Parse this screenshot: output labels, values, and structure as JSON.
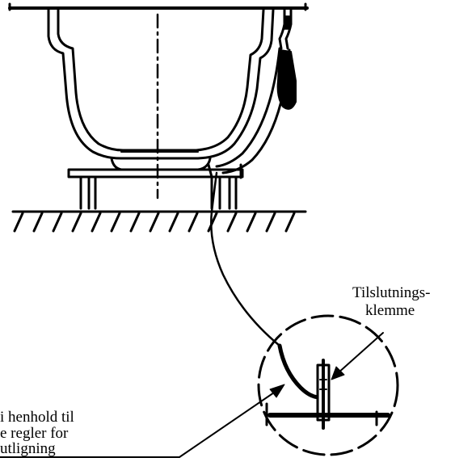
{
  "labels": {
    "terminal_line1": "Tilslutnings-",
    "terminal_line2": "klemme",
    "cable_line1": "i henhold til",
    "cable_line2": "e regler for",
    "cable_line3": "utligning"
  },
  "colors": {
    "ink": "#000000",
    "background": "#ffffff"
  }
}
